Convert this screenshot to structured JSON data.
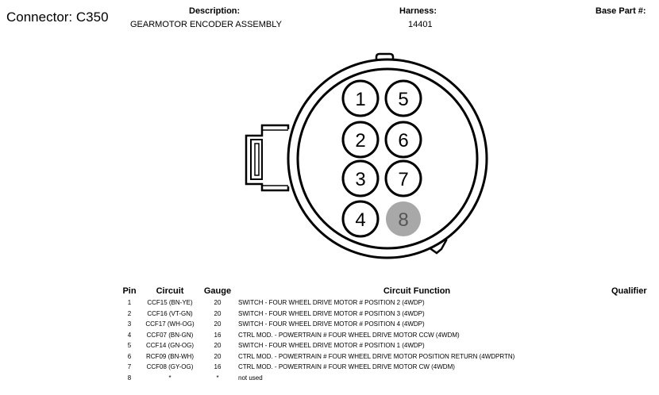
{
  "connector": {
    "title": "Connector: C350"
  },
  "header": {
    "description_label": "Description:",
    "description_value": "GEARMOTOR ENCODER ASSEMBLY",
    "harness_label": "Harness:",
    "harness_value": "14401",
    "base_part_label": "Base Part #:"
  },
  "diagram": {
    "pins": [
      {
        "label": "1",
        "filled": false
      },
      {
        "label": "5",
        "filled": false
      },
      {
        "label": "2",
        "filled": false
      },
      {
        "label": "6",
        "filled": false
      },
      {
        "label": "3",
        "filled": false
      },
      {
        "label": "7",
        "filled": false
      },
      {
        "label": "4",
        "filled": false
      },
      {
        "label": "8",
        "filled": true
      }
    ],
    "colors": {
      "outline": "#000000",
      "unused_pin_fill": "#a8a8a8",
      "unused_pin_text": "#555555"
    }
  },
  "table": {
    "headers": {
      "pin": "Pin",
      "circuit": "Circuit",
      "gauge": "Gauge",
      "function": "Circuit Function",
      "qualifier": "Qualifier"
    },
    "rows": [
      {
        "pin": "1",
        "circuit": "CCF15 (BN-YE)",
        "gauge": "20",
        "function": "SWITCH - FOUR WHEEL DRIVE MOTOR # POSITION 2 (4WDP)"
      },
      {
        "pin": "2",
        "circuit": "CCF16 (VT-GN)",
        "gauge": "20",
        "function": "SWITCH - FOUR WHEEL DRIVE MOTOR # POSITION 3 (4WDP)"
      },
      {
        "pin": "3",
        "circuit": "CCF17 (WH-OG)",
        "gauge": "20",
        "function": "SWITCH - FOUR WHEEL DRIVE MOTOR # POSITION 4 (4WDP)"
      },
      {
        "pin": "4",
        "circuit": "CCF07 (BN-GN)",
        "gauge": "16",
        "function": "CTRL MOD. - POWERTRAIN # FOUR WHEEL DRIVE MOTOR CCW (4WDM)"
      },
      {
        "pin": "5",
        "circuit": "CCF14 (GN-OG)",
        "gauge": "20",
        "function": "SWITCH - FOUR WHEEL DRIVE MOTOR # POSITION 1 (4WDP)"
      },
      {
        "pin": "6",
        "circuit": "RCF09 (BN-WH)",
        "gauge": "20",
        "function": "CTRL MOD. - POWERTRAIN # FOUR WHEEL DRIVE MOTOR POSITION RETURN (4WDPRTN)"
      },
      {
        "pin": "7",
        "circuit": "CCF08 (GY-OG)",
        "gauge": "16",
        "function": "CTRL MOD. - POWERTRAIN # FOUR WHEEL DRIVE MOTOR CW (4WDM)"
      },
      {
        "pin": "8",
        "circuit": "*",
        "gauge": "*",
        "function": "not used"
      }
    ]
  }
}
